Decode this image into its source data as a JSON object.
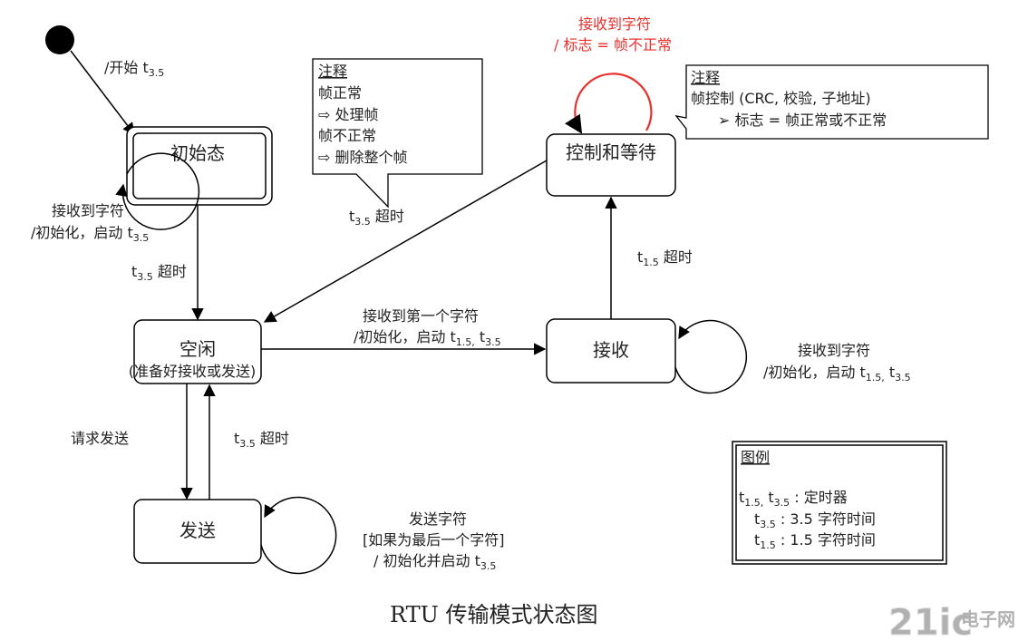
{
  "states": {
    "init": "初始态",
    "idle": "空闲",
    "idle_sub": "(准备好接收或发送)",
    "control": "控制和等待",
    "receive": "接收",
    "send": "发送"
  },
  "transitions": {
    "start": {
      "prefix": "/开始 t",
      "sub": "3.5"
    },
    "init_self_1": "接收到字符",
    "init_self_2": {
      "prefix": "/初始化，启动 t",
      "sub": "3.5"
    },
    "init_to_idle": {
      "prefix": "t",
      "sub": "3.5",
      "suffix": " 超时"
    },
    "note_timeout": {
      "prefix": "t",
      "sub": "3.5",
      "suffix": " 超时"
    },
    "ctrl_self_1": "接收到字符",
    "ctrl_self_2": "/ 标志 = 帧不正常",
    "idle_to_rx_1": "接收到第一个字符",
    "idle_to_rx_2": {
      "prefix": "/初始化，启动 t",
      "sub1": "1.5,",
      "mid": " t",
      "sub2": "3.5"
    },
    "rx_to_ctrl": {
      "prefix": "t",
      "sub": "1.5",
      "suffix": " 超时"
    },
    "rx_self_1": "接收到字符",
    "rx_self_2": {
      "prefix": "/初始化，启动 t",
      "sub1": "1.5,",
      "mid": " t",
      "sub2": "3.5"
    },
    "request_send": "请求发送",
    "send_to_idle": {
      "prefix": "t",
      "sub": "3.5",
      "suffix": " 超时"
    },
    "send_self_1": "发送字符",
    "send_self_2": "[如果为最后一个字符]",
    "send_self_3": {
      "prefix": "/ 初始化并启动 t",
      "sub": "3.5"
    }
  },
  "note1": {
    "title": "注释",
    "lines": [
      "帧正常",
      "⇨ 处理帧",
      "帧不正常",
      "⇨ 删除整个帧"
    ]
  },
  "note2": {
    "title": "注释",
    "line1": "帧控制 (CRC, 校验, 子地址)",
    "line2": "➢ 标志 = 帧正常或不正常"
  },
  "legend": {
    "title": "图例",
    "line1": {
      "t": "t",
      "sub1": "1.5,",
      "mid": " t",
      "sub2": "3.5",
      "suffix": " : 定时器"
    },
    "line2": {
      "t": "t",
      "sub": "3.5",
      "suffix": " : 3.5 字符时间"
    },
    "line3": {
      "t": "t",
      "sub": "1.5",
      "suffix": " : 1.5 字符时间"
    }
  },
  "caption": "RTU  传输模式状态图",
  "watermark": {
    "brand": "21ic",
    "text": "电子网"
  },
  "colors": {
    "self_loop_control": "#e8302d"
  }
}
